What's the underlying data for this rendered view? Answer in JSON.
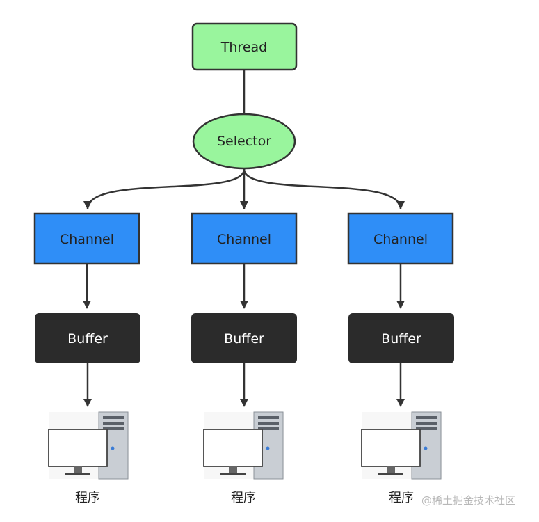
{
  "thread": {
    "label": "Thread"
  },
  "selector": {
    "label": "Selector"
  },
  "columns": [
    {
      "channel": "Channel",
      "buffer": "Buffer",
      "program": "程序"
    },
    {
      "channel": "Channel",
      "buffer": "Buffer",
      "program": "程序"
    },
    {
      "channel": "Channel",
      "buffer": "Buffer",
      "program": "程序"
    }
  ],
  "watermark": "@稀土掘金技术社区",
  "colors": {
    "thread_fill": "#99f59d",
    "selector_fill": "#99f59d",
    "channel_fill": "#2f8ef7",
    "buffer_fill": "#2b2b2b",
    "stroke": "#333333",
    "buffer_text": "#ffffff",
    "node_text": "#222222"
  },
  "icons": {
    "program": "desktop-computer-icon"
  }
}
